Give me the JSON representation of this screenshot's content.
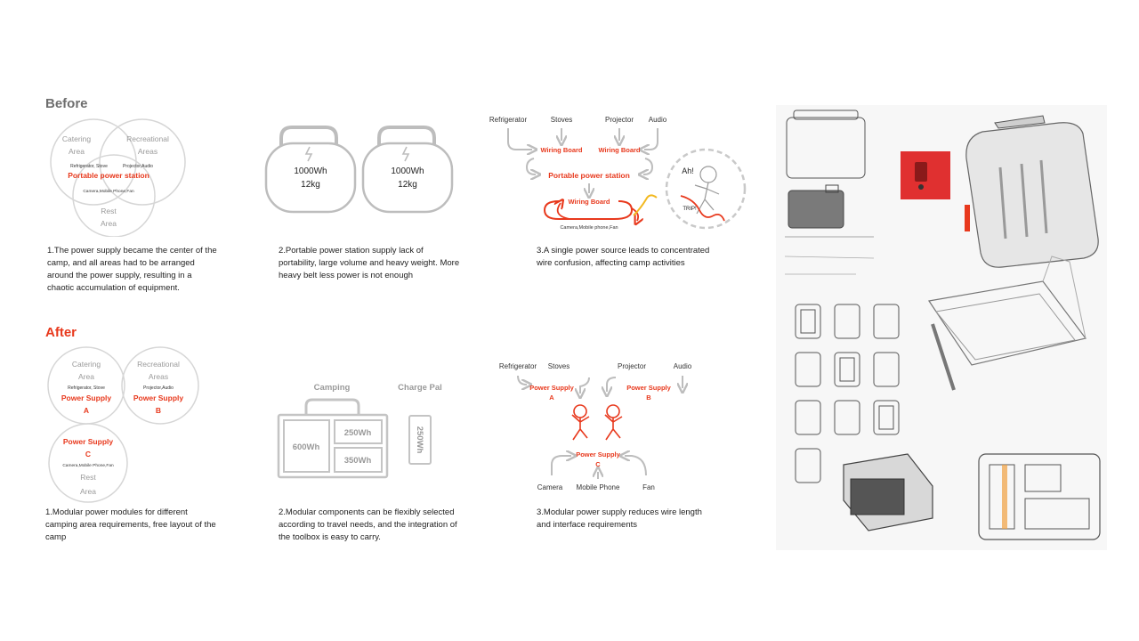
{
  "colors": {
    "accent": "#e8391d",
    "gray_text": "#9a9a9a",
    "line": "#bdbdbd",
    "sketch_red": "#e03030"
  },
  "before": {
    "heading": "Before",
    "venn": {
      "catering": "Catering Area",
      "recreational": "Recreational Areas",
      "rest": "Rest Area",
      "sub_left": "Refrigerator, Stove",
      "sub_right": "Projector,Audio",
      "center": "Portable power station",
      "sub_bottom": "Camera,Mobile Phone,Fan"
    },
    "caption1": "1.The power supply became the center of the camp, and all areas had to be arranged around the power supply, resulting in a chaotic accumulation of equipment.",
    "bag1": {
      "power": "1000Wh",
      "weight": "12kg"
    },
    "bag2": {
      "power": "1000Wh",
      "weight": "12kg"
    },
    "caption2": "2.Portable power station  supply lack of portability, large volume and heavy weight. More heavy belt less power is not enough",
    "wiring": {
      "refrigerator": "Refrigerator",
      "stoves": "Stoves",
      "projector": "Projector",
      "audio": "Audio",
      "board1": "Wiring Board",
      "board2": "Wiring Board",
      "station": "Portable power station",
      "board3": "Wiring Board",
      "bottom": "Camera,Mobile phone,Fan",
      "shout": "Ah!",
      "trip": "TRIP!"
    },
    "caption3": "3.A single power source leads to concentrated wire confusion, affecting camp activities"
  },
  "after": {
    "heading": "After",
    "venn": {
      "catering": "Catering Area",
      "recreational": "Recreational Areas",
      "rest": "Rest Area",
      "sub_left": "Refrigerator, Stove",
      "sub_right": "Projector,Audio",
      "supply_a": "Power Supply A",
      "supply_b": "Power Supply B",
      "supply_c": "Power Supply C",
      "sub_bottom": "Camera,Mobile Phone,Fan"
    },
    "caption1": "1.Modular power modules for different camping area requirements, free layout of the camp",
    "modules": {
      "camping": "Camping",
      "charge_pal": "Charge Pal",
      "m600": "600Wh",
      "m250": "250Wh",
      "m350": "350Wh",
      "pal250": "250Wh"
    },
    "caption2": "2.Modular components can be flexibly selected according to travel needs, and the integration of the toolbox is easy to carry.",
    "modular": {
      "refrigerator": "Refrigerator",
      "stoves": "Stoves",
      "projector": "Projector",
      "audio": "Audio",
      "supply_a": "Power Supply A",
      "supply_b": "Power Supply B",
      "supply_c": "Power Supply C",
      "camera": "Camera",
      "mobile": "Mobile Phone",
      "fan": "Fan"
    },
    "caption3": "3.Modular power supply reduces wire length and interface requirements"
  }
}
